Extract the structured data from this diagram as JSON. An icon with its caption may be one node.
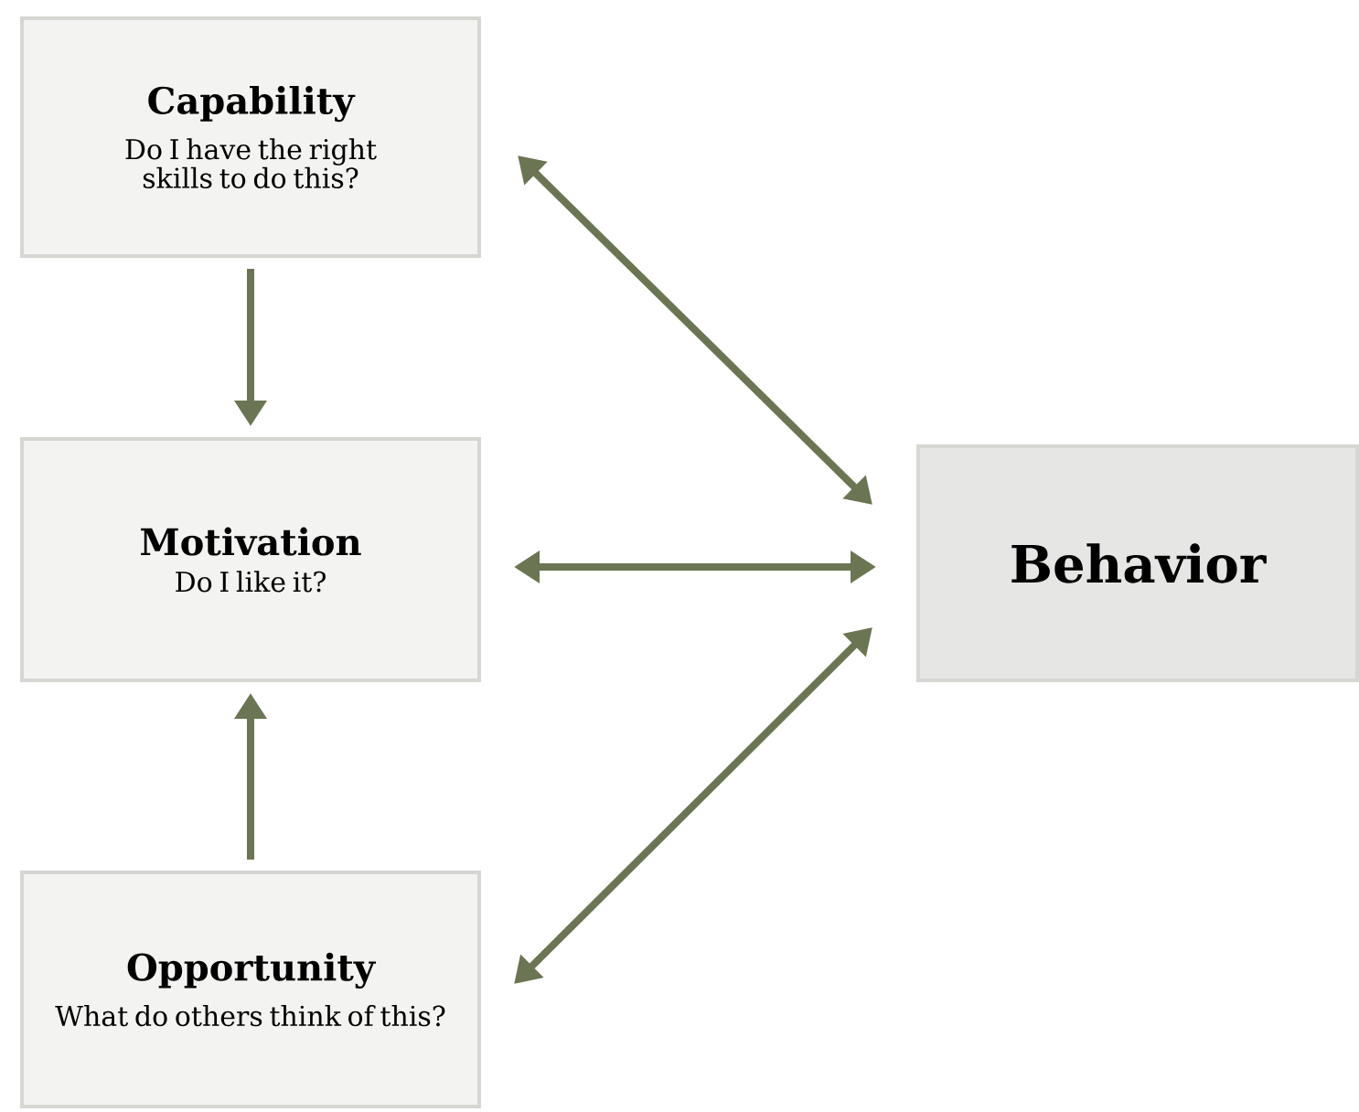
{
  "diagram": {
    "nodes": [
      {
        "text": [
          "Capability",
          "Do I have the right skills to do this?"
        ]
      },
      {
        "text": [
          "Motivation",
          "Do I like it?"
        ]
      },
      {
        "text": [
          "Opportunity",
          "What do others think of this?"
        ]
      },
      {
        "text": [
          "Behavior"
        ]
      }
    ],
    "edges": [
      {
        "from": 0,
        "to": 1,
        "arrow": "to"
      },
      {
        "from": 2,
        "to": 1,
        "arrow": "to"
      },
      {
        "from": 0,
        "to": 3,
        "arrow": "both"
      },
      {
        "from": 1,
        "to": 3,
        "arrow": "both"
      },
      {
        "from": 2,
        "to": 3,
        "arrow": "both"
      }
    ]
  }
}
